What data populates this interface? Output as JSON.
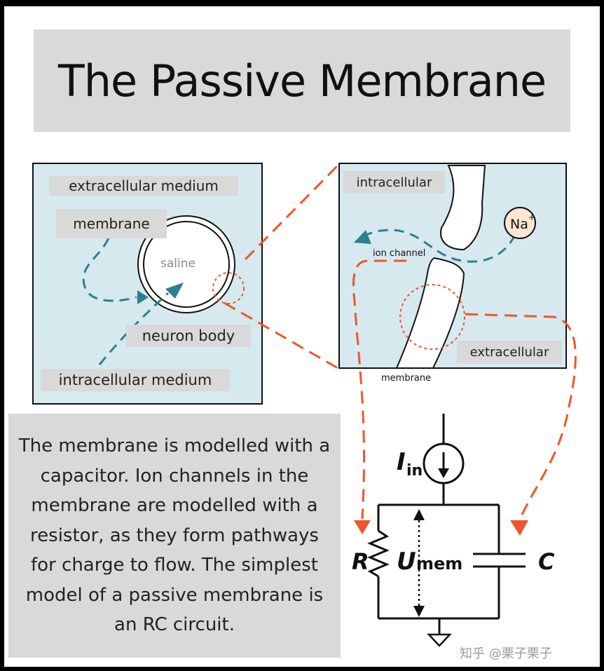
{
  "title": "The Passive Membrane",
  "left_panel": {
    "extracellular_label": "extracellular medium",
    "membrane_label": "membrane",
    "saline_label": "saline",
    "neuron_body_label": "neuron body",
    "intracellular_label": "intracellular medium"
  },
  "zoom_panel": {
    "intracellular_label": "intracellular",
    "ion_channel_label": "ion channel",
    "extracellular_label": "extracellular",
    "membrane_label": "membrane",
    "sodium_ion": {
      "symbol": "Na",
      "charge": "+"
    }
  },
  "description": "The membrane is modelled with a capacitor. Ion channels in the membrane are modelled with a resistor, as they form pathways for charge to flow. The simplest model of a passive membrane is an RC circuit.",
  "circuit": {
    "current_symbol": "I",
    "current_subscript": "in",
    "resistor_label": "R",
    "voltage_symbol": "U",
    "voltage_subscript": "mem",
    "capacitor_label": "C"
  },
  "watermark": "知乎 @栗子栗子",
  "colors": {
    "panel_fill": "#d6e9ef",
    "label_fill": "#d9d9d9",
    "arrow_teal": "#2e7f93",
    "arrow_orange": "#f0552d"
  }
}
